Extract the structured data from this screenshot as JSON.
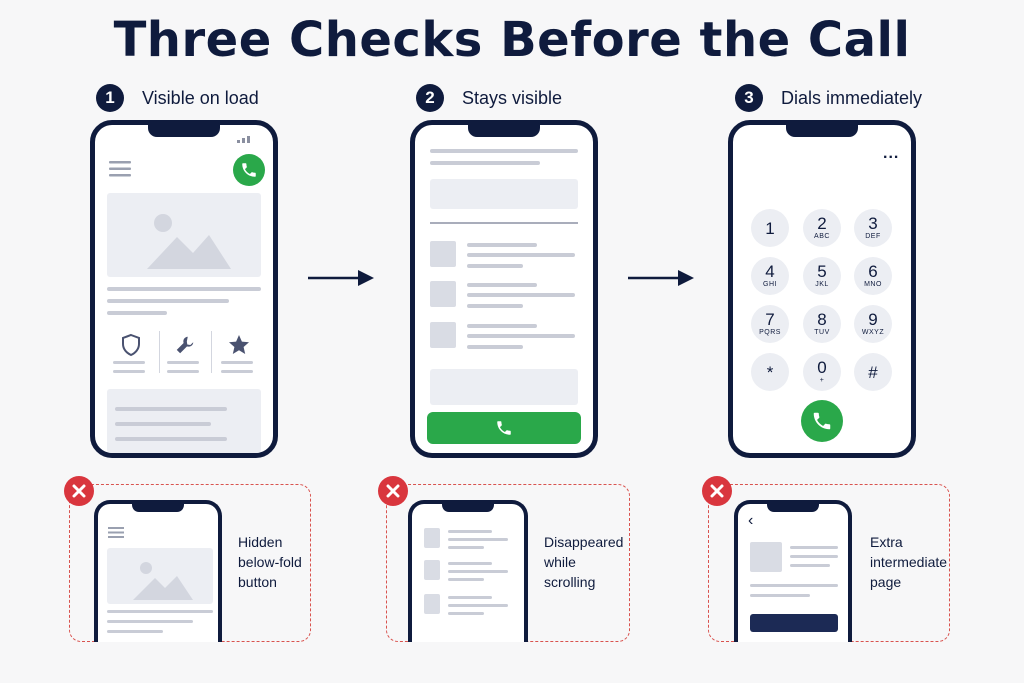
{
  "title": "Three Checks Before the Call",
  "steps": [
    {
      "number": "1",
      "label": "Visible on load"
    },
    {
      "number": "2",
      "label": "Stays visible"
    },
    {
      "number": "3",
      "label": "Dials immediately"
    }
  ],
  "dialer": {
    "keys": [
      {
        "digit": "1",
        "letters": ""
      },
      {
        "digit": "2",
        "letters": "ABC"
      },
      {
        "digit": "3",
        "letters": "DEF"
      },
      {
        "digit": "4",
        "letters": "GHI"
      },
      {
        "digit": "5",
        "letters": "JKL"
      },
      {
        "digit": "6",
        "letters": "MNO"
      },
      {
        "digit": "7",
        "letters": "PQRS"
      },
      {
        "digit": "8",
        "letters": "TUV"
      },
      {
        "digit": "9",
        "letters": "WXYZ"
      },
      {
        "digit": "*",
        "letters": ""
      },
      {
        "digit": "0",
        "letters": "+"
      },
      {
        "digit": "#",
        "letters": ""
      }
    ],
    "menu": "..."
  },
  "failures": [
    {
      "line1": "Hidden",
      "line2": "below-fold",
      "line3": "button"
    },
    {
      "line1": "Disappeared",
      "line2": "while",
      "line3": "scrolling"
    },
    {
      "line1": "Extra",
      "line2": "intermediate",
      "line3": "page"
    }
  ],
  "back_glyph": "‹",
  "icons": [
    "menu-icon",
    "phone-icon",
    "image-icon",
    "shield-icon",
    "wrench-icon",
    "star-icon",
    "arrow-right-icon",
    "close-icon",
    "back-icon",
    "more-icon"
  ],
  "colors": {
    "navy": "#0f1b3d",
    "green": "#2aa84a",
    "red": "#d9363e",
    "dashed": "#d9534f",
    "placeholder": "#eceef3"
  }
}
